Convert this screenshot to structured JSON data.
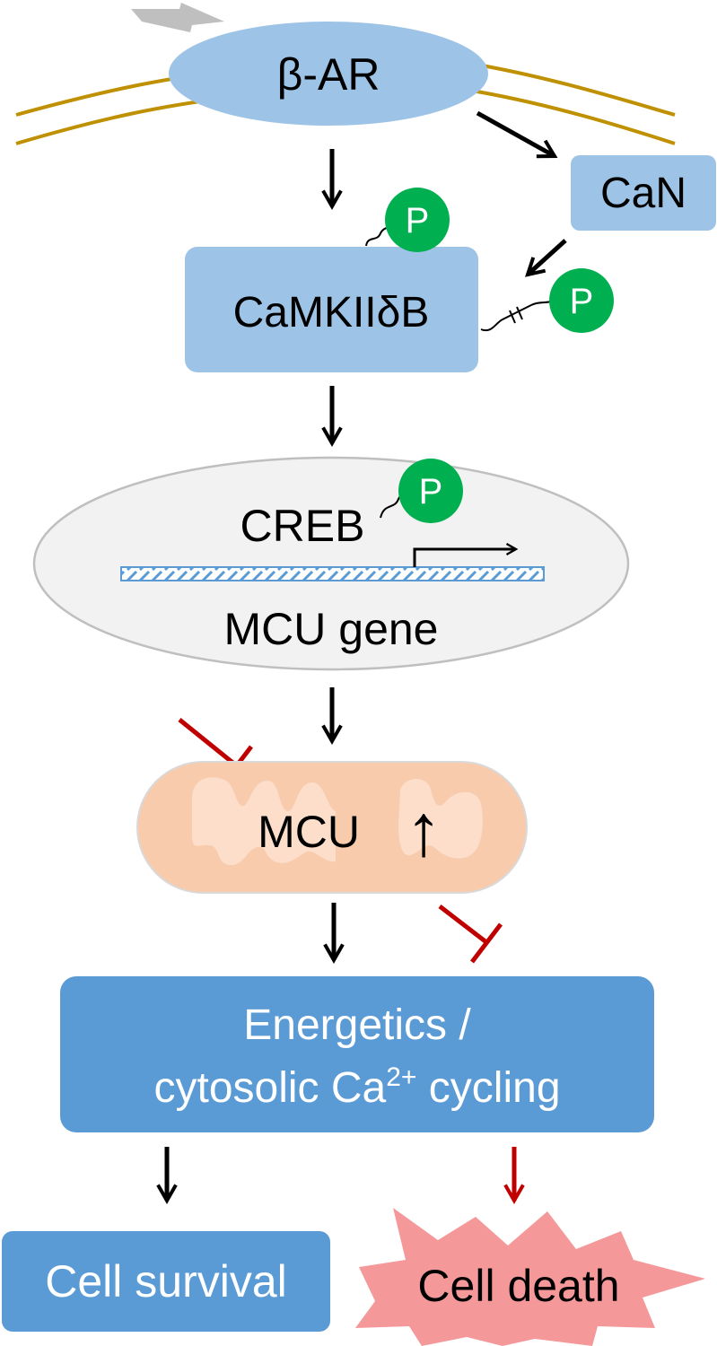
{
  "receptor": {
    "label": "β-AR"
  },
  "calcineurin": {
    "label": "CaN"
  },
  "kinase": {
    "label": "CaMKIIδB"
  },
  "phospho": {
    "label": "P"
  },
  "nucleus": {
    "factor": "CREB",
    "gene": "MCU gene"
  },
  "mitochondrion": {
    "label": "MCU",
    "arrow": "↑"
  },
  "energetics": {
    "line1": "Energetics /",
    "line2_prefix": "cytosolic Ca",
    "line2_sup": "2+",
    "line2_suffix": " cycling"
  },
  "outcomes": {
    "survival": "Cell survival",
    "death": "Cell death"
  },
  "colors": {
    "light_blue": "#9dc3e6",
    "mid_blue": "#5b9bd5",
    "green": "#00b050",
    "membrane": "#bf9000",
    "inhibit_red": "#c00000",
    "nucleus_fill": "#f2f2f2",
    "mito_fill": "#f8cbad",
    "death_fill": "#f4989a"
  }
}
